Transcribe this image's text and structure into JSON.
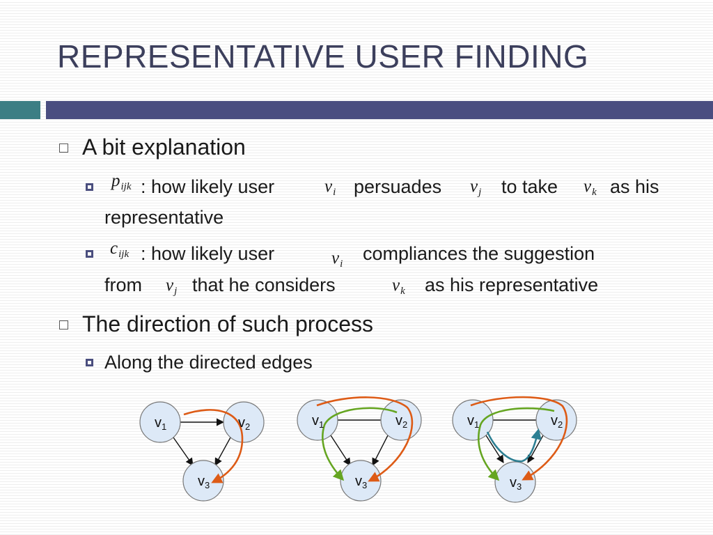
{
  "title": "REPRESENTATIVE USER FINDING",
  "colors": {
    "accent_navy": "#4a4e80",
    "accent_teal": "#3c7e84",
    "title": "#3c3f5c",
    "node_fill": "#dde9f7",
    "orange": "#dd5b16",
    "green": "#65a521",
    "blue": "#2c7f93"
  },
  "bullets": {
    "b1": "A bit explanation",
    "b1_s1": {
      "sym": "p",
      "sym_sub": "ijk",
      "t1": ": how likely user",
      "v1": "v",
      "v1_sub": "i",
      "t2": "persuades",
      "v2": "v",
      "v2_sub": "j",
      "t3": "to take",
      "v3": "v",
      "v3_sub": "k",
      "t4": "as his",
      "t5": "representative"
    },
    "b1_s2": {
      "sym": "c",
      "sym_sub": "ijk",
      "t1": ": how likely user",
      "v1": "v",
      "v1_sub": "i",
      "t2": "compliances the suggestion",
      "t3": "from",
      "v2": "v",
      "v2_sub": "j",
      "t4": "that he considers",
      "v3": "v",
      "v3_sub": "k",
      "t5": "as his representative"
    },
    "b2": "The direction of such process",
    "b2_s1": "Along the directed edges"
  },
  "diagrams": [
    {
      "nodes": [
        "v",
        "v",
        "v"
      ],
      "node_subs": [
        "1",
        "2",
        "3"
      ]
    },
    {
      "nodes": [
        "v",
        "v",
        "v"
      ],
      "node_subs": [
        "1",
        "2",
        "3"
      ]
    },
    {
      "nodes": [
        "v",
        "v",
        "v"
      ],
      "node_subs": [
        "1",
        "2",
        "3"
      ]
    }
  ]
}
